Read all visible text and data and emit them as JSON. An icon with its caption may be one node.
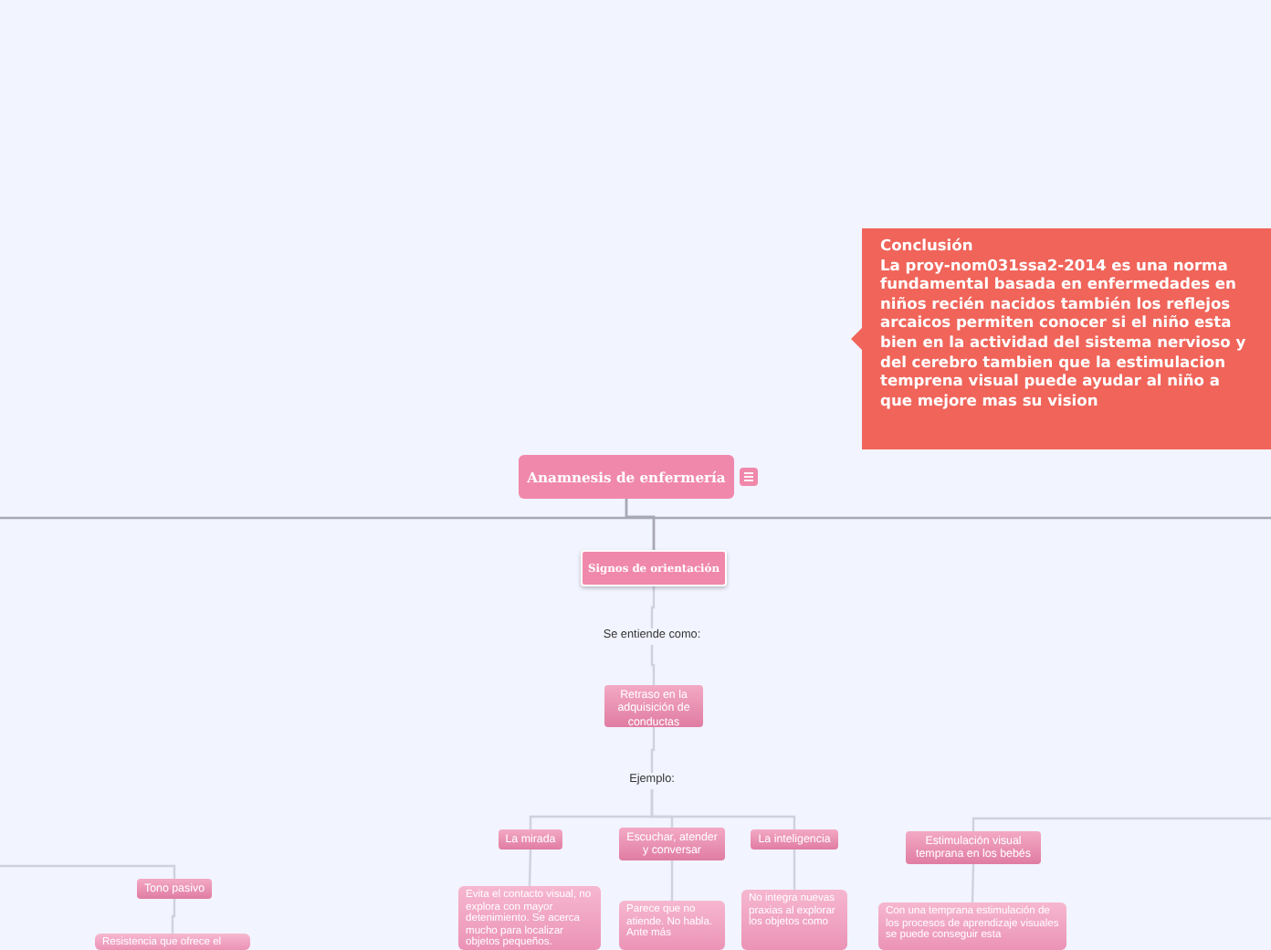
{
  "diagram": {
    "nodes": [
      {
        "text": [
          "Conclusión",
          "La proy-nom031ssa2-2014 es una norma fundamental basada en enfermedades en niños recién nacidos también los reflejos arcaicos permiten conocer si el niño esta bien en la actividad del sistema nervioso y del cerebro tambien que la estimulacion temprena visual puede ayudar al niño a que mejore mas su vision"
        ]
      },
      {
        "text": [
          "Anamnesis de enfermería"
        ]
      },
      {
        "text": [
          "Signos de orientación"
        ]
      },
      {
        "text": [
          "Se entiende como:"
        ]
      },
      {
        "text": [
          "Retraso en la adquisición de conductas"
        ]
      },
      {
        "text": [
          "Ejemplo:"
        ]
      },
      {
        "text": [
          "La mirada"
        ]
      },
      {
        "text": [
          "Escuchar, atender y conversar"
        ]
      },
      {
        "text": [
          "La inteligencia"
        ]
      },
      {
        "text": [
          "Evita el contacto visual, no explora con mayor detenimiento. Se acerca mucho para localizar objetos pequeños."
        ]
      },
      {
        "text": [
          "Parece que no atiende. No habla. Ante más"
        ]
      },
      {
        "text": [
          "No integra nuevas praxias al explorar los objetos como"
        ]
      },
      {
        "text": [
          "Tono pasivo"
        ]
      },
      {
        "text": [
          "Resistencia que ofrece el"
        ]
      },
      {
        "text": [
          "Estimulación visual temprana en los bebés"
        ]
      },
      {
        "text": [
          "Con una temprana estimulación de los procesos de aprendizaje visuales se puede conseguir esta"
        ]
      }
    ],
    "edges": [
      {
        "from": 1,
        "to": 2,
        "arrow": "none"
      },
      {
        "from": 2,
        "to": 3,
        "arrow": "none"
      },
      {
        "from": 3,
        "to": 4,
        "arrow": "none"
      },
      {
        "from": 4,
        "to": 5,
        "arrow": "none"
      },
      {
        "from": 5,
        "to": 6,
        "arrow": "none"
      },
      {
        "from": 5,
        "to": 7,
        "arrow": "none"
      },
      {
        "from": 5,
        "to": 8,
        "arrow": "none"
      },
      {
        "from": 6,
        "to": 9,
        "arrow": "none"
      },
      {
        "from": 7,
        "to": 10,
        "arrow": "none"
      },
      {
        "from": 8,
        "to": 11,
        "arrow": "none"
      },
      {
        "from": null,
        "to": 12,
        "arrow": "none"
      },
      {
        "from": 12,
        "to": 13,
        "arrow": "none"
      },
      {
        "from": null,
        "to": 14,
        "arrow": "none"
      },
      {
        "from": 14,
        "to": 15,
        "arrow": "none"
      }
    ]
  }
}
